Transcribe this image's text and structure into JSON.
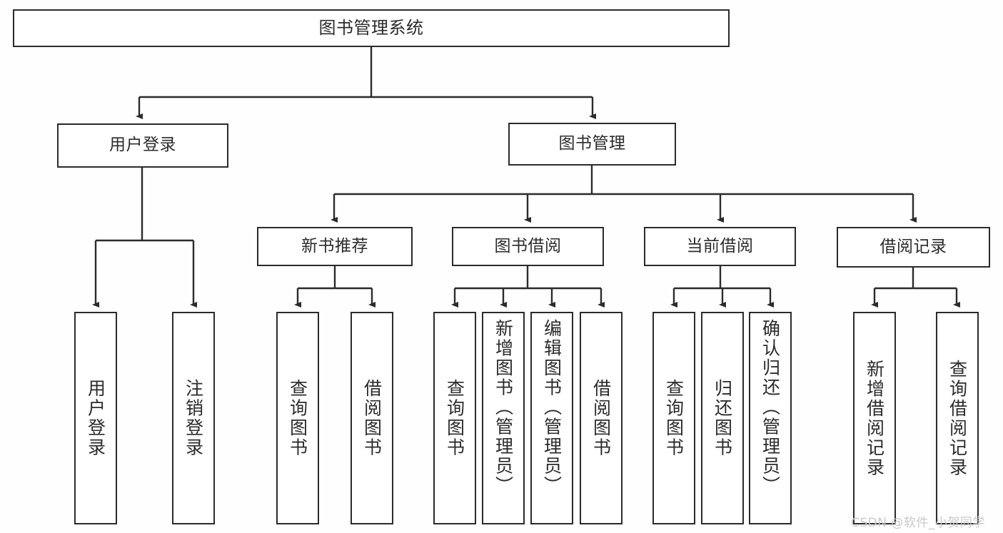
{
  "diagram": {
    "title": "图书管理系统",
    "watermark": "CSDN @软件_小贺同学",
    "colors": {
      "stroke": "#2b2b2b",
      "fill": "#ffffff",
      "background": "#fefefe",
      "watermark": "#c9c9c9"
    },
    "nodes": {
      "root": {
        "label": "图书管理系统"
      },
      "level2": [
        {
          "label": "用户登录"
        },
        {
          "label": "图书管理"
        }
      ],
      "level3": [
        {
          "label": "新书推荐"
        },
        {
          "label": "图书借阅"
        },
        {
          "label": "当前借阅"
        },
        {
          "label": "借阅记录"
        }
      ],
      "leaves_user_login": [
        {
          "label": "用户登录"
        },
        {
          "label": "注销登录"
        }
      ],
      "leaves_new_book": [
        {
          "label": "查询图书"
        },
        {
          "label": "借阅图书"
        }
      ],
      "leaves_borrow": [
        {
          "label": "查询图书"
        },
        {
          "label": "新增图书（管理员）"
        },
        {
          "label": "编辑图书（管理员）"
        },
        {
          "label": "借阅图书"
        }
      ],
      "leaves_current": [
        {
          "label": "查询图书"
        },
        {
          "label": "归还图书"
        },
        {
          "label": "确认归还（管理员）"
        }
      ],
      "leaves_records": [
        {
          "label": "新增借阅记录"
        },
        {
          "label": "查询借阅记录"
        }
      ]
    }
  }
}
